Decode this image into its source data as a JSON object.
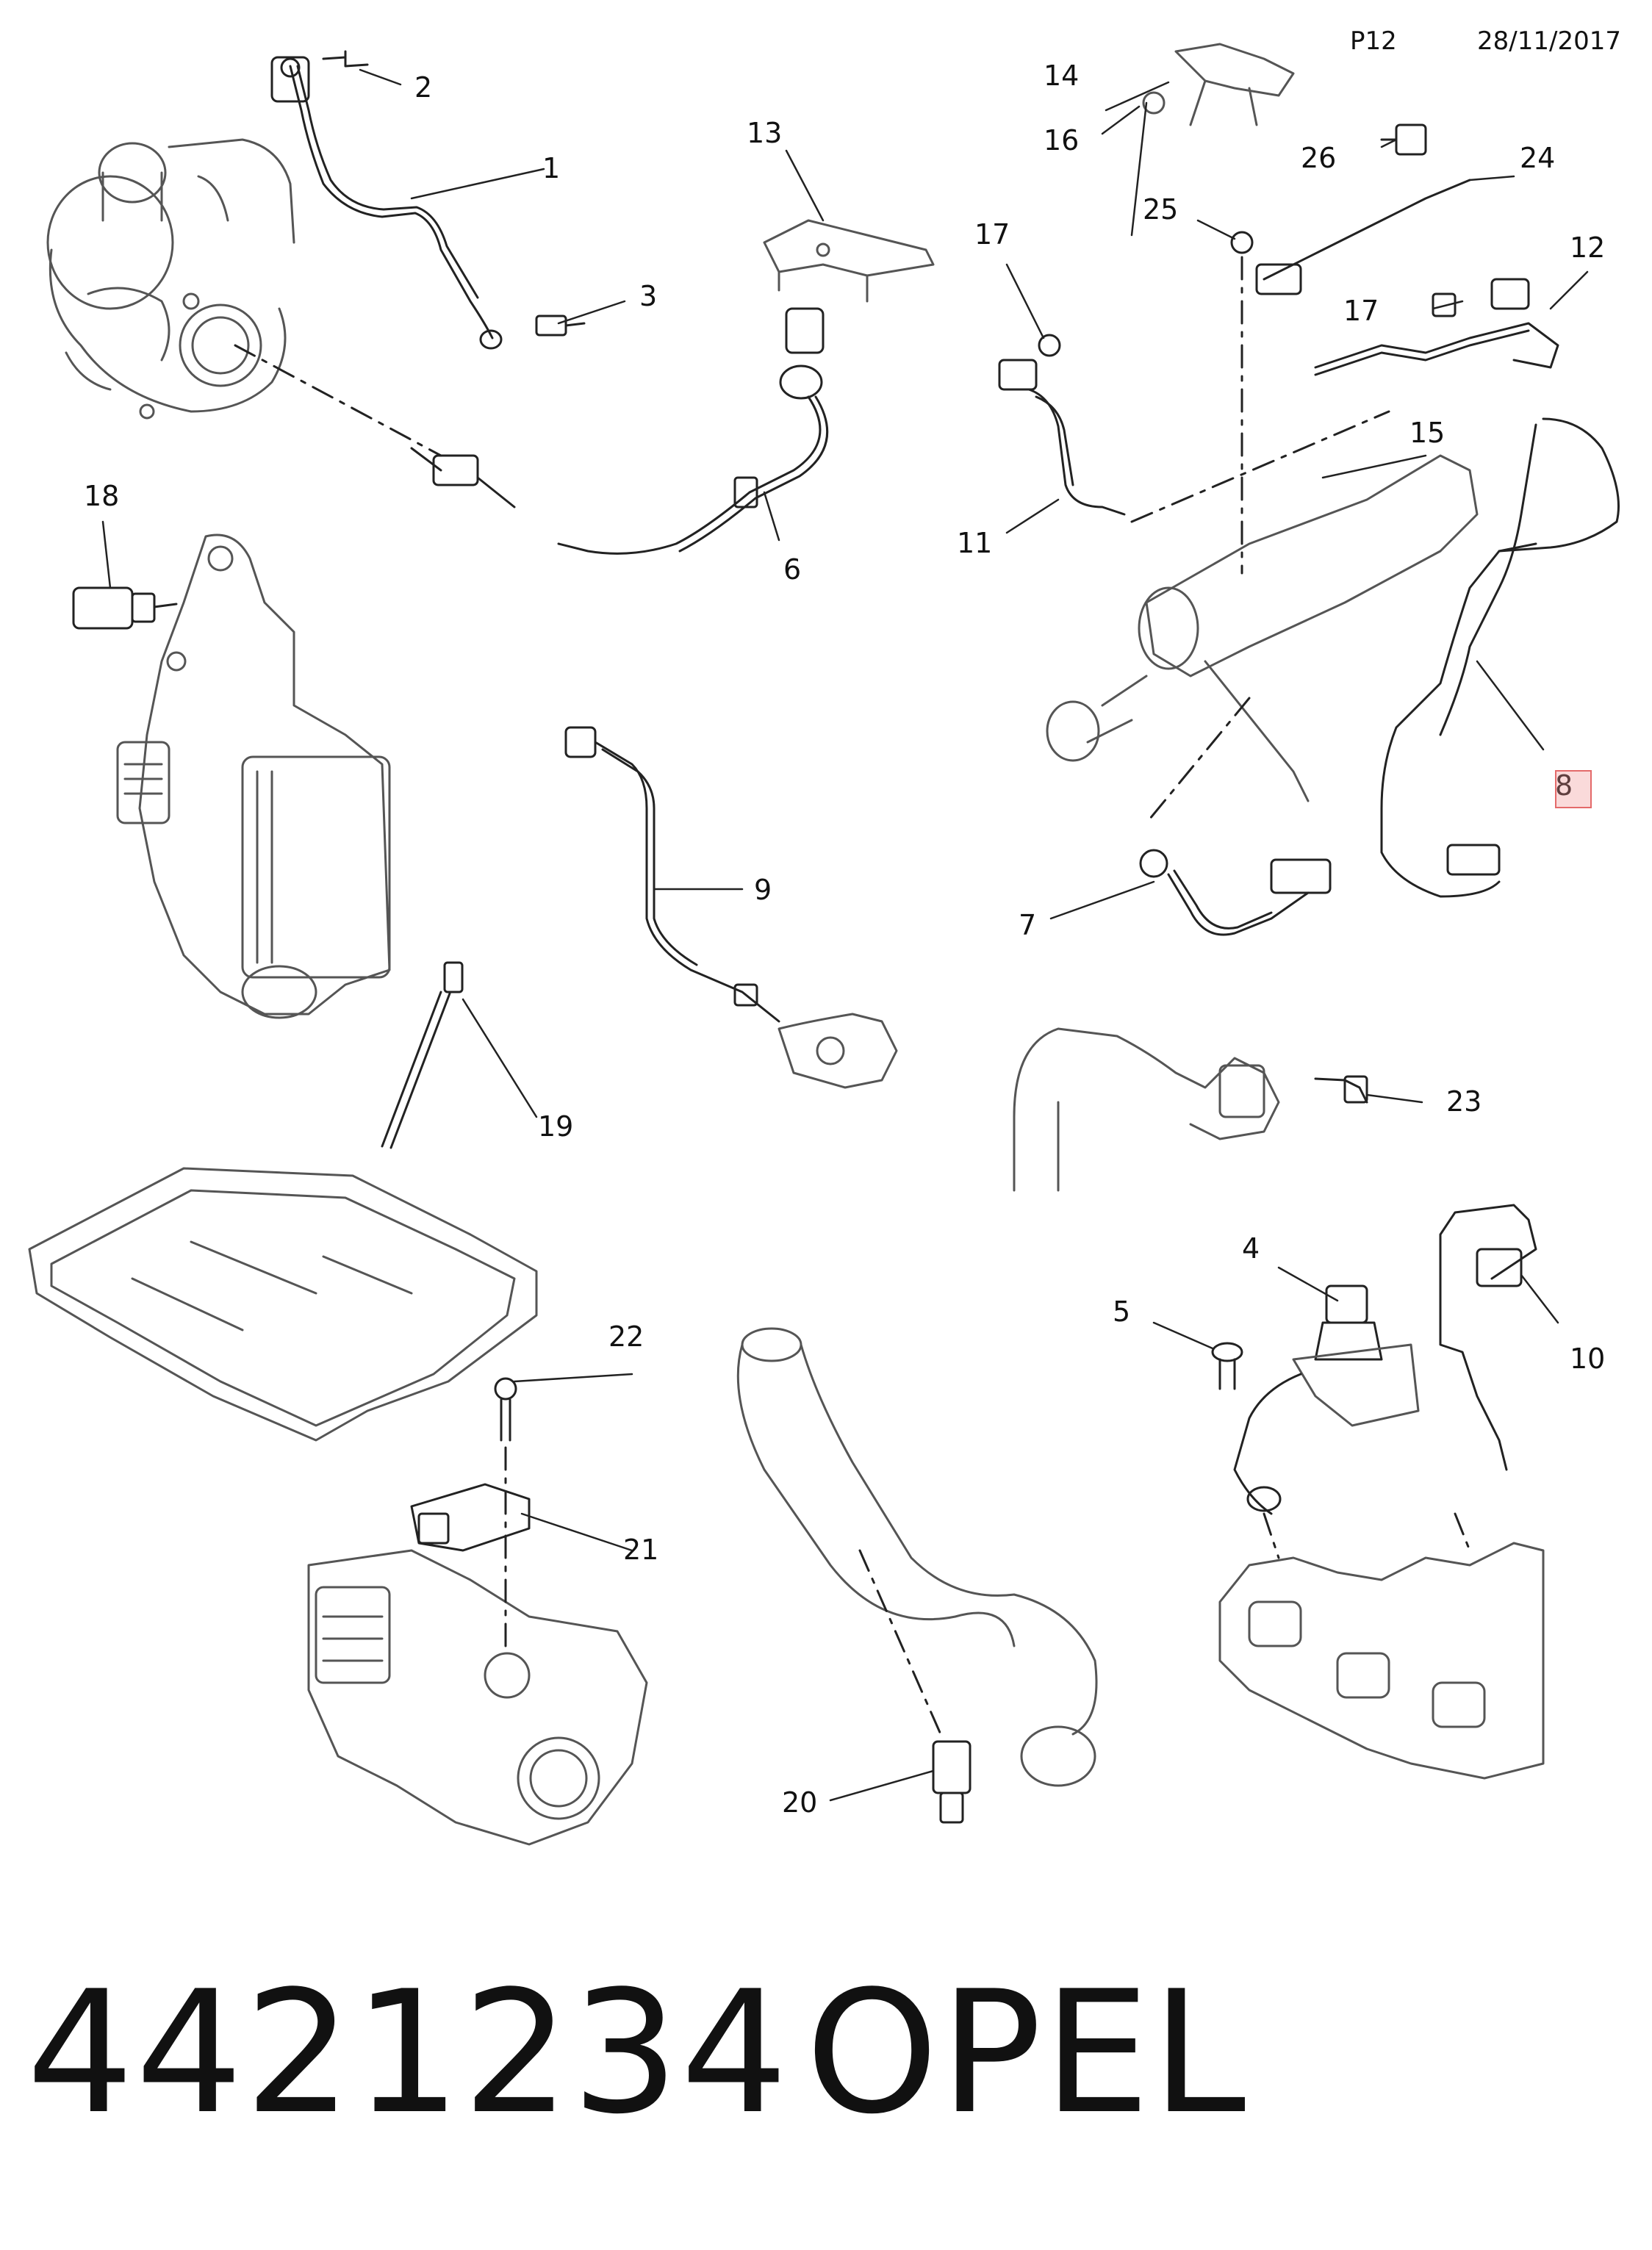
{
  "header": {
    "page": "P12",
    "date": "28/11/2017"
  },
  "callouts": {
    "c1": "1",
    "c2": "2",
    "c3": "3",
    "c4": "4",
    "c5": "5",
    "c6": "6",
    "c7": "7",
    "c8": "8",
    "c9": "9",
    "c10": "10",
    "c11": "11",
    "c12": "12",
    "c13": "13",
    "c14": "14",
    "c15": "15",
    "c16": "16",
    "c17a": "17",
    "c17b": "17",
    "c18": "18",
    "c19": "19",
    "c20": "20",
    "c21": "21",
    "c22": "22",
    "c23": "23",
    "c24": "24",
    "c25": "25",
    "c26": "26"
  },
  "highlighted_callout": "8",
  "footer": {
    "part_number": "4421234",
    "brand": "OPEL"
  }
}
